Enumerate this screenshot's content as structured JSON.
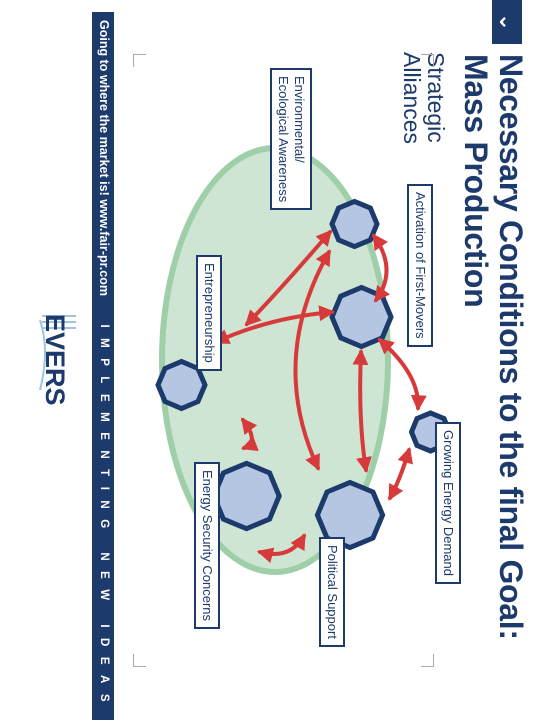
{
  "title": {
    "line1": "Necessary Conditions to the final Goal:",
    "line2": "Mass Production"
  },
  "subtitle": {
    "line1": "Strategic",
    "line2": "Alliances"
  },
  "nodes": [
    {
      "id": "environmental",
      "label_lines": [
        "Environmental/",
        "Ecological Awareness"
      ]
    },
    {
      "id": "first_movers",
      "label": "Activation of First-Movers"
    },
    {
      "id": "energy_demand",
      "label": "Growing Energy Demand"
    },
    {
      "id": "entrepreneurship",
      "label": "Entrepreneurship"
    },
    {
      "id": "energy_security",
      "label": "Energy Security Concerns"
    },
    {
      "id": "political_support",
      "label": "Political Support"
    }
  ],
  "footer": {
    "left_text": "Going to where the market is!   www.fair-pr.com",
    "right_text": "IMPLEMENTING NEW IDEAS"
  },
  "logo": {
    "text": "EVERS"
  },
  "colors": {
    "navy": "#1c3a6b",
    "node_fill": "#b4c6e2",
    "ellipse_fill": "#cfe5d3",
    "ellipse_stroke": "#9fcfa9",
    "arrow": "#d63a3a"
  }
}
